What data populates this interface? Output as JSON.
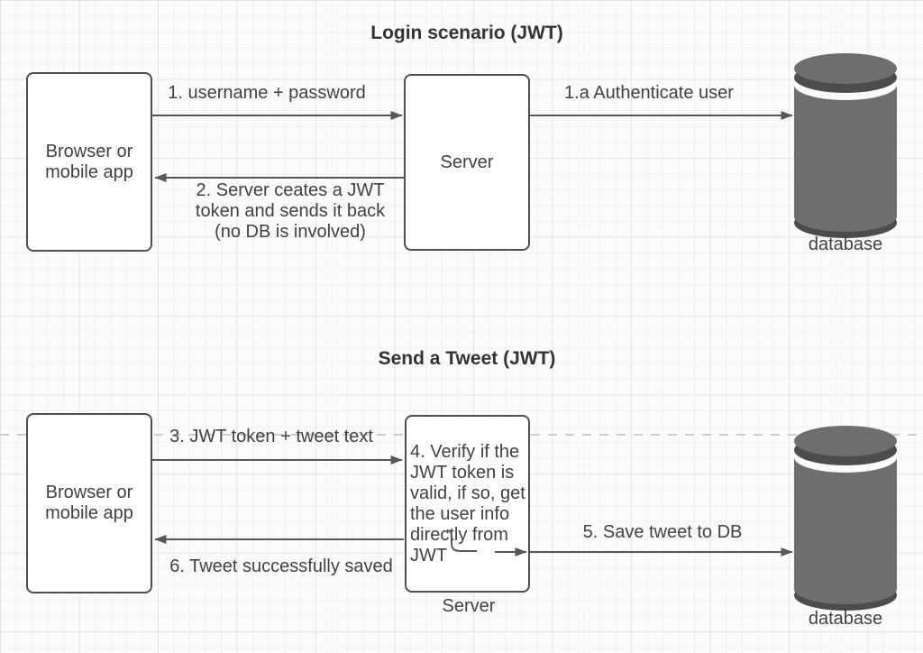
{
  "colors": {
    "canvas_bg": "#fcfbfb",
    "stroke": "#575757",
    "box_border": "#4f4f4f",
    "box_fill": "#ffffff",
    "text": "#414141",
    "title": "#333333",
    "cylinder_body": "#6e6e6e",
    "cylinder_rim": "#4c4c4c",
    "page_divider": "#cccccc"
  },
  "login_section": {
    "title": "Login scenario (JWT)",
    "browser_box_label": "Browser or\nmobile app",
    "server_box_label": "Server",
    "database_label": "database",
    "arrow_1_label": "1. username + password",
    "arrow_1a_label": "1.a Authenticate user",
    "arrow_2_label": "2. Server ceates a JWT\ntoken and sends it back\n(no DB is involved)"
  },
  "tweet_section": {
    "title": "Send a Tweet (JWT)",
    "browser_box_label": "Browser or\nmobile app",
    "server_box_text": "4. Verify if the\nJWT token is\nvalid, if so, get\nthe user info\ndirectly from\nJWT",
    "server_label": "Server",
    "database_label": "database",
    "arrow_3_label": "3. JWT token + tweet text",
    "arrow_5_label": "5. Save tweet to DB",
    "arrow_6_label": "6. Tweet successfully saved"
  }
}
